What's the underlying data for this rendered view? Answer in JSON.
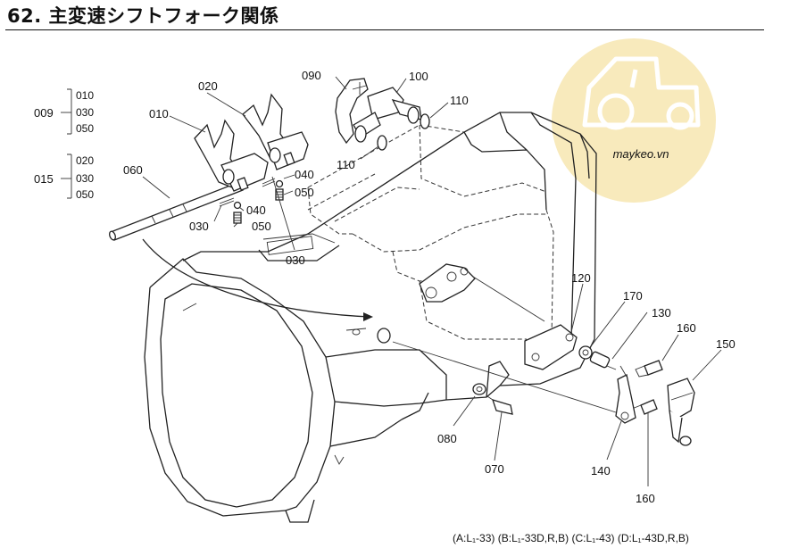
{
  "page": {
    "title": "62. 主変速シフトフォーク関係"
  },
  "watermark": {
    "text": "maykeo.vn",
    "color": "#f5e2a8",
    "icon": "tractor-icon"
  },
  "part_labels": {
    "p009": "009",
    "p009_sub": [
      "010",
      "030",
      "050"
    ],
    "p015": "015",
    "p015_sub": [
      "020",
      "030",
      "050"
    ],
    "p010": "010",
    "p020": "020",
    "p060": "060",
    "p030a": "030",
    "p030b": "030",
    "p040a": "040",
    "p040b": "040",
    "p050a": "050",
    "p050b": "050",
    "p090": "090",
    "p100": "100",
    "p110a": "110",
    "p110b": "110",
    "p120": "120",
    "p170": "170",
    "p130": "130",
    "p160a": "160",
    "p160b": "160",
    "p150": "150",
    "p080": "080",
    "p070": "070",
    "p140": "140"
  },
  "footer": {
    "models": "(A:L₁-33) (B:L₁-33D,R,B) (C:L₁-43) (D:L₁-43D,R,B)"
  }
}
